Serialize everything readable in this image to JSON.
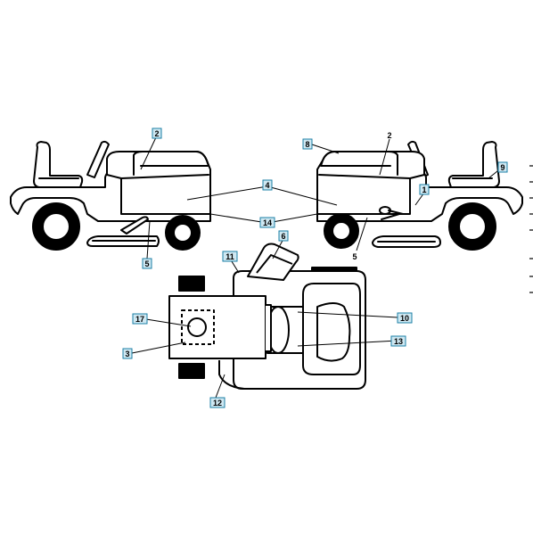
{
  "diagram": {
    "callouts": {
      "c1": "1",
      "c2_left": "2",
      "c2_right": "2",
      "c3": "3",
      "c4": "4",
      "c5_left": "5",
      "c5_right": "5",
      "c6": "6",
      "c8": "8",
      "c9": "9",
      "c10": "10",
      "c11": "11",
      "c12": "12",
      "c13": "13",
      "c14": "14",
      "c17": "17"
    },
    "colors": {
      "line": "#000000",
      "label_box": "#cfe8f2",
      "label_border": "#1b7fa6",
      "text": "#000000"
    }
  }
}
